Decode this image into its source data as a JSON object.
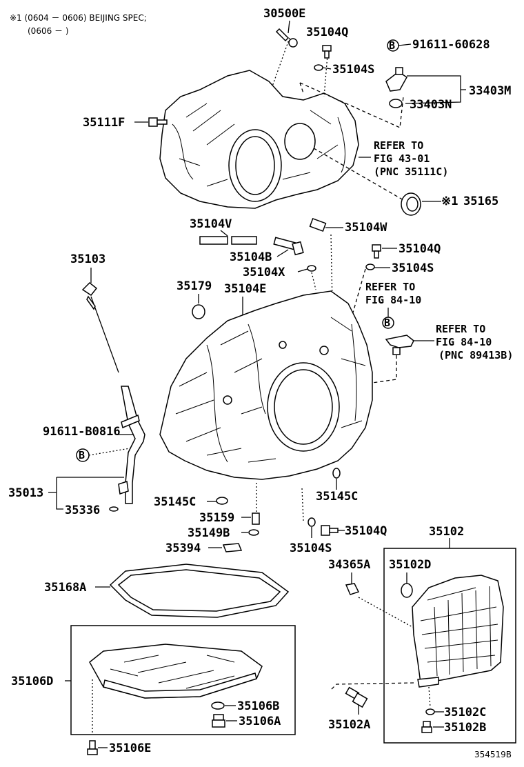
{
  "header": {
    "note_line1": "※1 (0604 － 0606) BEIJING SPEC;",
    "note_line2": "(0606 －        )"
  },
  "labels": {
    "p30500E": "30500E",
    "p35104Q_top": "35104Q",
    "p91611_60628": "91611-60628",
    "p35104S_top": "35104S",
    "p33403M": "33403M",
    "p33403N": "33403N",
    "p35111F": "35111F",
    "p35165": "35165",
    "p35165_mark": "※1",
    "p35104V": "35104V",
    "p35104W": "35104W",
    "p35103": "35103",
    "p35104B": "35104B",
    "p35104Q_mid": "35104Q",
    "p35104X": "35104X",
    "p35104S_mid": "35104S",
    "p35179": "35179",
    "p35104E": "35104E",
    "p91611_B0816": "91611-B0816",
    "p35013": "35013",
    "p35336": "35336",
    "p35145C_left": "35145C",
    "p35145C_right": "35145C",
    "p35159": "35159",
    "p35149B": "35149B",
    "p35394": "35394",
    "p35104Q_low": "35104Q",
    "p35104S_low": "35104S",
    "p35102": "35102",
    "p34365A": "34365A",
    "p35102D": "35102D",
    "p35168A": "35168A",
    "p35106D": "35106D",
    "p35106B": "35106B",
    "p35106A": "35106A",
    "p35106E": "35106E",
    "p35102A": "35102A",
    "p35102C": "35102C",
    "p35102B": "35102B"
  },
  "refs": {
    "ref1_l1": "REFER TO",
    "ref1_l2": "FIG 43-01",
    "ref1_l3": "(PNC 35111C)",
    "ref2_l1": "REFER TO",
    "ref2_l2": "FIG 84-10",
    "ref3_l1": "REFER TO",
    "ref3_l2": "FIG 84-10",
    "ref3_l3": "(PNC 89413B)"
  },
  "markers": {
    "b": "B"
  },
  "footer": {
    "figure_id": "354519B"
  }
}
